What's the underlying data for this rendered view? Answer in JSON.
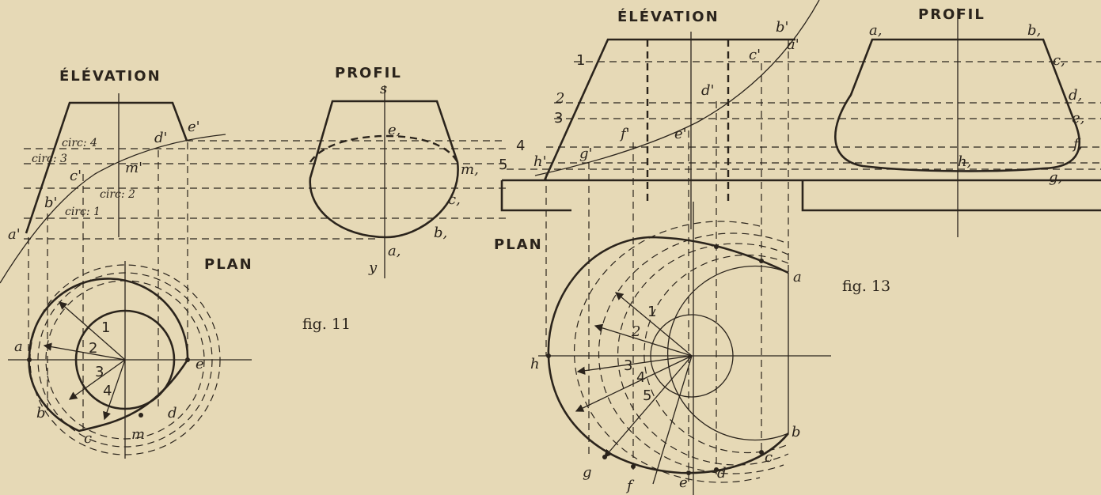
{
  "fig11": {
    "elevation_title": "ÉLÉVATION",
    "profil_title": "PROFIL",
    "plan_title": "PLAN",
    "caption": "fig. 11",
    "elev_labels": {
      "a": "a'",
      "b": "b'",
      "c": "c'",
      "d": "d'",
      "e": "e'",
      "m": "m'",
      "circ4": "circ: 4",
      "circ3": "circ: 3",
      "circ2": "circ: 2",
      "circ1": "circ: 1"
    },
    "profil_labels": {
      "s": "s",
      "e": "e,",
      "m": "m,",
      "c": "c,",
      "b": "b,",
      "a": "a,",
      "y": "y"
    },
    "plan_labels": {
      "a": "a",
      "b": "b",
      "c": "c",
      "m": "m",
      "d": "d",
      "e": "e",
      "n1": "1",
      "n2": "2",
      "n3": "3",
      "n4": "4"
    }
  },
  "fig13": {
    "elevation_title": "ÉLÉVATION",
    "profil_title": "PROFIL",
    "plan_title": "PLAN",
    "caption": "fig. 13",
    "elev_labels": {
      "b": "b'",
      "a": "a'",
      "c": "c'",
      "d": "d'",
      "e": "e'",
      "f": "f'",
      "g": "g'",
      "h": "h'",
      "n1": "1",
      "n2": "2",
      "n3": "3",
      "n4": "4",
      "n5": "5"
    },
    "profil_labels": {
      "a": "a,",
      "b": "b,",
      "c": "c,",
      "d": "d,",
      "e": "e,",
      "f": "f,",
      "g": "g,",
      "h": "h,"
    },
    "plan_labels": {
      "a": "a",
      "b": "b",
      "c": "c",
      "d": "d",
      "e": "e",
      "f": "f",
      "g": "g",
      "h": "h",
      "n1": "1",
      "n2": "2",
      "n3": "3",
      "n4": "4",
      "n5": "5"
    }
  }
}
